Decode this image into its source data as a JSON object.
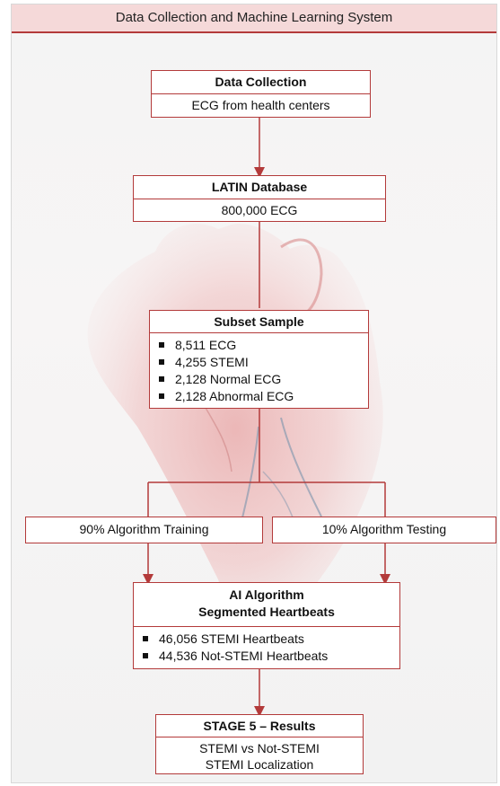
{
  "header": {
    "title": "Data Collection and Machine Learning System"
  },
  "data_collection": {
    "title": "Data Collection",
    "detail": "ECG from health centers"
  },
  "latin_database": {
    "title": "LATIN Database",
    "detail": "800,000 ECG"
  },
  "subset_sample": {
    "title": "Subset Sample",
    "items": [
      "8,511 ECG",
      "4,255 STEMI",
      "2,128 Normal ECG",
      "2,128 Abnormal ECG"
    ]
  },
  "split": {
    "training": "90% Algorithm Training",
    "testing": "10% Algorithm Testing"
  },
  "ai_algorithm": {
    "title_line1": "AI Algorithm",
    "title_line2": "Segmented Heartbeats",
    "items": [
      "46,056 STEMI Heartbeats",
      "44,536 Not-STEMI Heartbeats"
    ]
  },
  "results": {
    "title": "STAGE 5 – Results",
    "line1": "STEMI vs Not-STEMI",
    "line2": "STEMI Localization"
  },
  "colors": {
    "accent": "#b33a3a",
    "header_bg": "#f5d9d9"
  },
  "icons": [
    "heart-illustration",
    "arrow-down-icon"
  ]
}
